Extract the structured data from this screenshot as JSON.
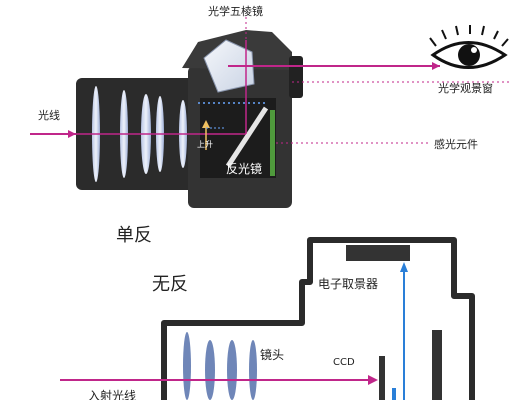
{
  "top": {
    "label_pentaprism": "光学五棱镜",
    "label_light": "光线",
    "label_viewfinder": "光学观景窗",
    "label_sensor": "感光元件",
    "label_mirror": "反光镜",
    "label_raise": "上升",
    "caption": "单反"
  },
  "bottom": {
    "caption": "无反",
    "label_evf": "电子取景器",
    "label_lens": "镜头",
    "label_ccd": "CCD",
    "label_incident": "入射光线"
  },
  "colors": {
    "light_ray": "#c0268a",
    "up_ray": "#2a7fd8",
    "camera_body": "#2f2f2f",
    "lens_element": "#6f86b8",
    "green_sensor": "#4f9a3c"
  }
}
